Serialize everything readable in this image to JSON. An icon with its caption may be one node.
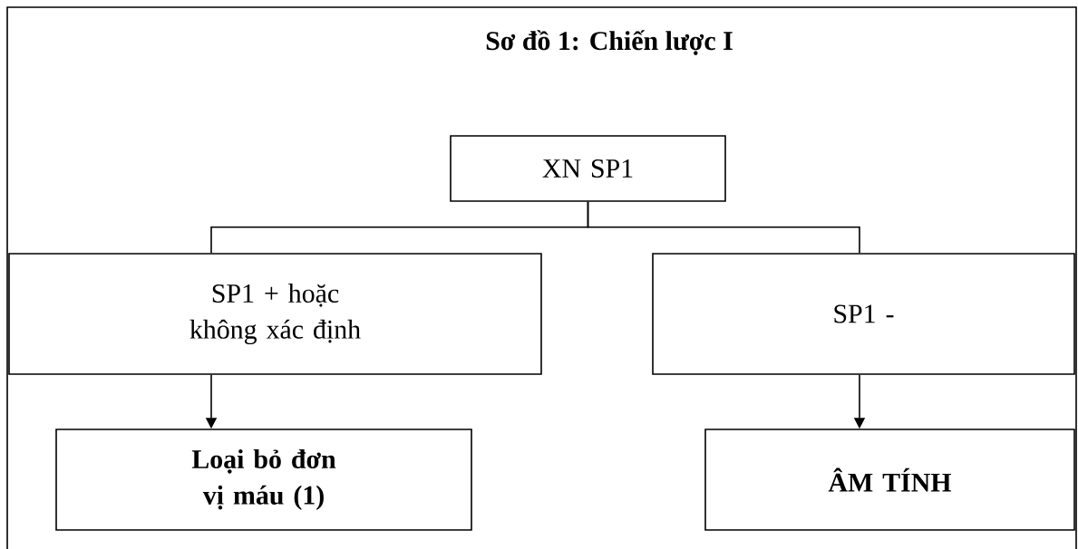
{
  "diagram": {
    "title": "Sơ đồ 1: Chiến lược I",
    "nodes": [
      {
        "text": [
          "XN  SP1"
        ]
      },
      {
        "text": [
          "SP1 + hoặc không xác định"
        ]
      },
      {
        "text": [
          "SP1 -"
        ]
      },
      {
        "text": [
          "Loại bỏ đơn vị máu (1)"
        ]
      },
      {
        "text": [
          "ÂM TÍNH"
        ]
      }
    ],
    "edges": [
      {
        "from": 0,
        "to": 1,
        "arrow": "none"
      },
      {
        "from": 0,
        "to": 2,
        "arrow": "none"
      },
      {
        "from": 1,
        "to": 3,
        "arrow": "to"
      },
      {
        "from": 2,
        "to": 4,
        "arrow": "to"
      }
    ]
  }
}
